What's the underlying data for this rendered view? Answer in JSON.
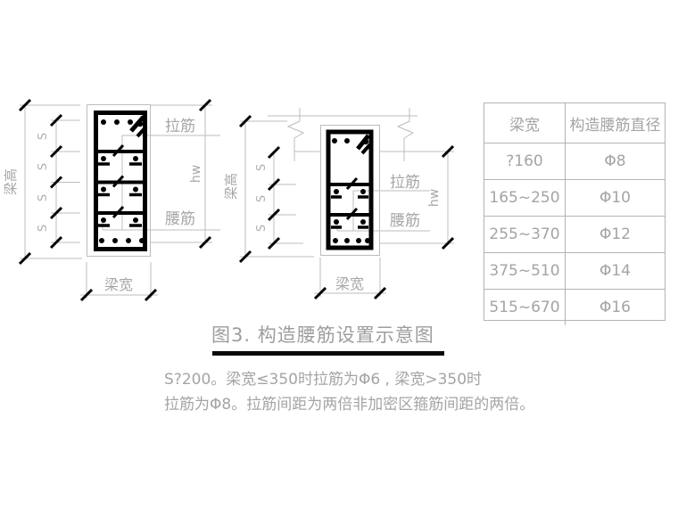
{
  "title": "图3. 构造腰筋设置示意图",
  "notes": {
    "line1": "S?200。梁宽≤350时拉筋为Φ6 , 梁宽>350时",
    "line2": "拉筋为Φ8。拉筋间距为两倍非加密区箍筋间距的两倍。"
  },
  "labels": {
    "beam_height": "梁高",
    "spacing": "S",
    "tie_bar": "拉筋",
    "waist_bar": "腰筋",
    "web_height": "hw",
    "beam_width": "梁宽"
  },
  "table": {
    "headers": [
      "梁宽",
      "构造腰筋直径"
    ],
    "rows": [
      [
        "?160",
        "Φ8"
      ],
      [
        "165~250",
        "Φ10"
      ],
      [
        "255~370",
        "Φ12"
      ],
      [
        "375~510",
        "Φ14"
      ],
      [
        "515~670",
        "Φ16"
      ]
    ]
  },
  "colors": {
    "line_gray": "#bcbcbc",
    "text_gray": "#a4a4a4",
    "ink_black": "#000000",
    "background": "#ffffff"
  }
}
